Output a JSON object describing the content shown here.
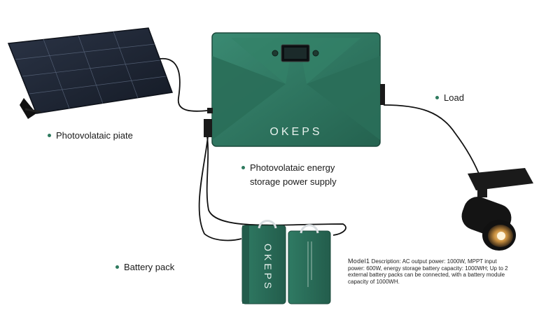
{
  "labels": {
    "photovoltaic": "Photovolataic piate",
    "load": "Load",
    "storage_line1": "Photovolataic energy",
    "storage_line2": "storage power supply",
    "battery": "Battery pack"
  },
  "device": {
    "brand": "OKEPS"
  },
  "battery_pack": {
    "brand": "OKEPS"
  },
  "description": {
    "model": "Model1",
    "text": "Description: AC output power: 1000W, MPPT input power: 600W, energy storage battery capacity: 1000WH; Up to 2 external battery packs can be connected, with a battery module capacity of 1000WH."
  },
  "colors": {
    "device_green": "#2f7a63",
    "device_dark": "#1f5a48",
    "bullet": "#2e7a5e",
    "panel": "#1d2533"
  }
}
